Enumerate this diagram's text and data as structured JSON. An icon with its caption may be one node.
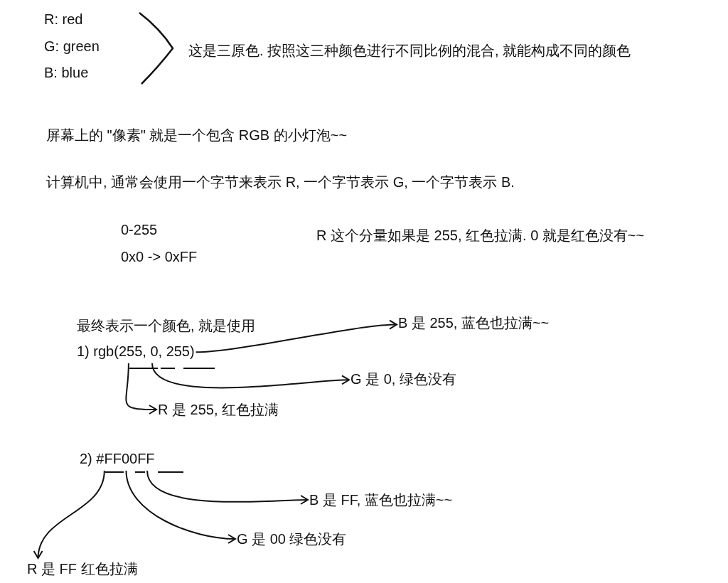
{
  "diagram": {
    "nodes": [
      {
        "text": [
          "1) rgb(255, 0, 255)"
        ]
      },
      {
        "text": [
          "B 是 255, 蓝色也拉满~~"
        ]
      },
      {
        "text": [
          "G 是 0, 绿色没有"
        ]
      },
      {
        "text": [
          "R 是 255, 红色拉满"
        ]
      },
      {
        "text": [
          "2) #FF00FF"
        ]
      },
      {
        "text": [
          "B 是 FF, 蓝色也拉满~~"
        ]
      },
      {
        "text": [
          "G 是 00 绿色没有"
        ]
      },
      {
        "text": [
          "R 是 FF 红色拉满"
        ]
      }
    ],
    "edges": [
      {
        "from": 0,
        "to": 1,
        "arrow": "to"
      },
      {
        "from": 0,
        "to": 2,
        "arrow": "to"
      },
      {
        "from": 0,
        "to": 3,
        "arrow": "to"
      },
      {
        "from": 4,
        "to": 5,
        "arrow": "to"
      },
      {
        "from": 4,
        "to": 6,
        "arrow": "to"
      },
      {
        "from": 4,
        "to": 7,
        "arrow": "to"
      }
    ],
    "labels": [
      "R: red",
      "G: green",
      "B: blue",
      "这是三原色. 按照这三种颜色进行不同比例的混合, 就能构成不同的颜色",
      "屏幕上的 \"像素\" 就是一个包含 RGB 的小灯泡~~",
      "计算机中, 通常会使用一个字节来表示 R, 一个字节表示 G, 一个字节表示 B.",
      "0-255",
      "0x0 -> 0xFF",
      "R 这个分量如果是 255, 红色拉满. 0 就是红色没有~~",
      "最终表示一个颜色, 就是使用"
    ]
  }
}
